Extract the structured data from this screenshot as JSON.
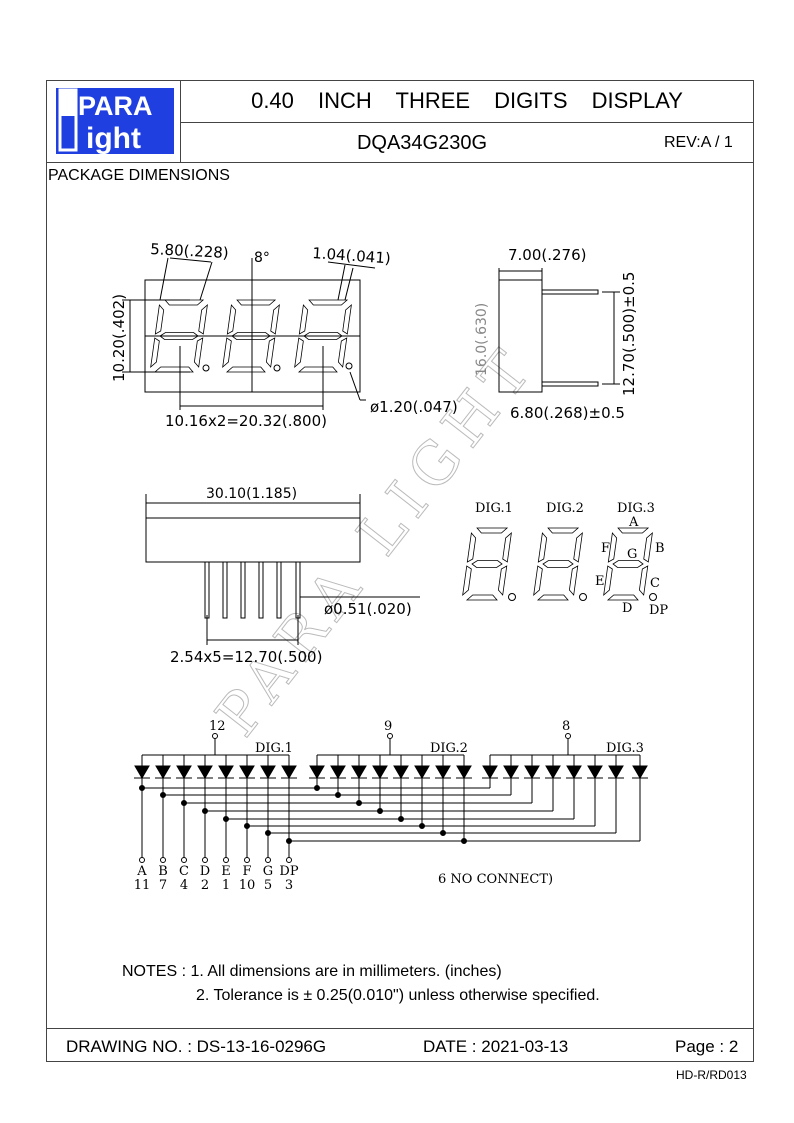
{
  "header": {
    "logo_top": "PARA",
    "logo_bottom": "ight",
    "logo_letter": "L",
    "title": "0.40 INCH THREE DIGITS DISPLAY",
    "part_number": "DQA34G230G",
    "revision": "REV:A / 1"
  },
  "section_title": "PACKAGE DIMENSIONS",
  "front_view": {
    "seg_width": "5.80(.228)",
    "angle": "8°",
    "seg_thick": "1.04(.041)",
    "height": "10.20(.402)",
    "pitch": "10.16x2=20.32(.800)",
    "dp_dia": "ø1.20(.047)"
  },
  "side_view": {
    "depth": "7.00(.276)",
    "height": "16.0(.630)",
    "pin_span": "12.70(.500)±0.5",
    "pin_len": "6.80(.268)±0.5"
  },
  "bottom_view": {
    "length": "30.10(1.185)",
    "pin_dia": "ø0.51(.020)",
    "pin_pitch": "2.54x5=12.70(.500)"
  },
  "segment_map": {
    "digits": [
      "DIG.1",
      "DIG.2",
      "DIG.3"
    ],
    "segments": [
      "A",
      "B",
      "C",
      "D",
      "E",
      "F",
      "G",
      "DP"
    ]
  },
  "watermark": "PARA LIGHT",
  "schematic": {
    "commons": [
      {
        "pin": "12",
        "label": "DIG.1"
      },
      {
        "pin": "9",
        "label": "DIG.2"
      },
      {
        "pin": "8",
        "label": "DIG.3"
      }
    ],
    "segments": [
      {
        "name": "A",
        "pin": "11"
      },
      {
        "name": "B",
        "pin": "7"
      },
      {
        "name": "C",
        "pin": "4"
      },
      {
        "name": "D",
        "pin": "2"
      },
      {
        "name": "E",
        "pin": "1"
      },
      {
        "name": "F",
        "pin": "10"
      },
      {
        "name": "G",
        "pin": "5"
      },
      {
        "name": "DP",
        "pin": "3"
      }
    ],
    "note": "6 NO CONNECT)"
  },
  "notes": {
    "line1": "NOTES : 1. All dimensions are in millimeters. (inches)",
    "line2": "2. Tolerance is ± 0.25(0.010\") unless otherwise specified."
  },
  "footer": {
    "drawing_no": "DRAWING NO. : DS-13-16-0296G",
    "date": "DATE : 2021-03-13",
    "page": "Page : 2"
  },
  "form_code": "HD-R/RD013",
  "colors": {
    "logo_blue": "#1f3fe0"
  }
}
